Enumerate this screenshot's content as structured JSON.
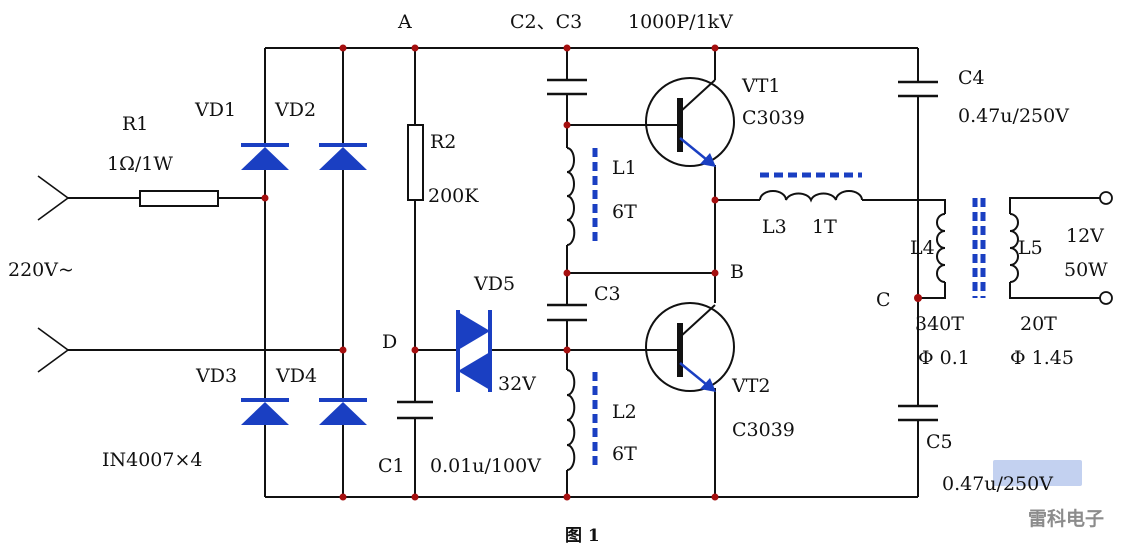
{
  "colors": {
    "wire": "#111111",
    "semiconductor": "#1a3fc2",
    "junction": "#a50f0f",
    "watermark_badge": "#a9bde9",
    "watermark_text": "#8c8c8c"
  },
  "nodes": {
    "a": "A",
    "b": "B",
    "c": "C",
    "d": "D"
  },
  "c2c3_label": "C2、C3",
  "c2c3_value": "1000P/1kV",
  "r1": {
    "name": "R1",
    "value": "1Ω/1W"
  },
  "r2": {
    "name": "R2",
    "value": "200K"
  },
  "vd1": "VD1",
  "vd2": "VD2",
  "vd3": "VD3",
  "vd4": "VD4",
  "vd5": {
    "name": "VD5",
    "value": "32V"
  },
  "bridge_note": "IN4007×4",
  "input": "220V~",
  "c1": {
    "name": "C1",
    "value": "0.01u/100V"
  },
  "c3_lower": "C3",
  "l1": {
    "name": "L1",
    "turns": "6T"
  },
  "l2": {
    "name": "L2",
    "turns": "6T"
  },
  "l3": {
    "name": "L3",
    "turns": "1T"
  },
  "l4": {
    "name": "L4",
    "turns": "340T",
    "wire": "Φ 0.1"
  },
  "l5": {
    "name": "L5",
    "turns": "20T",
    "wire": "Φ 1.45"
  },
  "vt1": {
    "name": "VT1",
    "part": "C3039"
  },
  "vt2": {
    "name": "VT2",
    "part": "C3039"
  },
  "c4": {
    "name": "C4",
    "value": "0.47u/250V"
  },
  "c5": {
    "name": "C5",
    "value": "0.47u/250V"
  },
  "output": {
    "voltage": "12V",
    "power": "50W"
  },
  "figure_caption": "图 1",
  "watermark": "雷科电子"
}
